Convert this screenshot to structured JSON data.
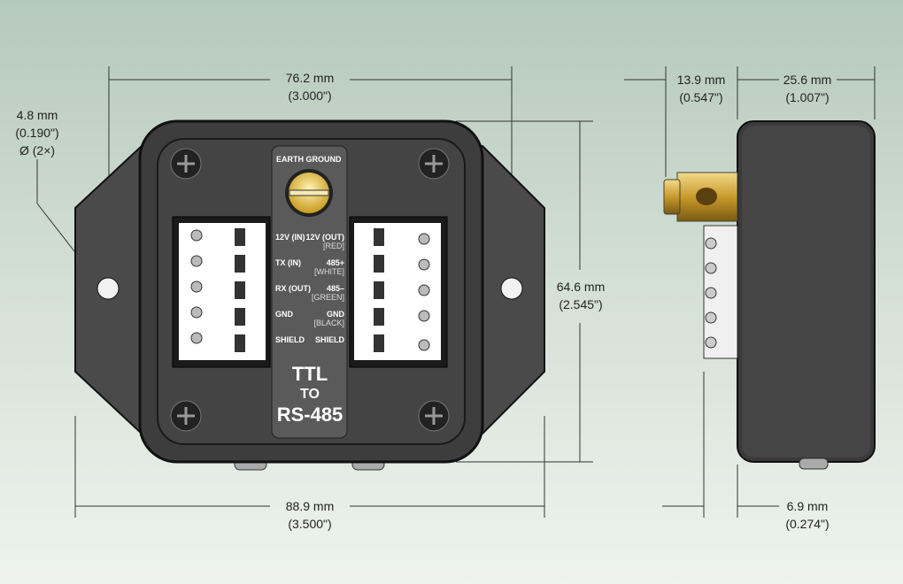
{
  "dimensions": {
    "front_width": {
      "mm": "76.2 mm",
      "in": "(3.000\")"
    },
    "flange_width": {
      "mm": "88.9 mm",
      "in": "(3.500\")"
    },
    "height": {
      "mm": "64.6 mm",
      "in": "(2.545\")"
    },
    "hole": {
      "mm": "4.8 mm",
      "in": "(0.190\")",
      "note": "Ø (2×)"
    },
    "screw_protrusion": {
      "mm": "13.9 mm",
      "in": "(0.547\")"
    },
    "depth": {
      "mm": "25.6 mm",
      "in": "(1.007\")"
    },
    "flange_offset": {
      "mm": "6.9 mm",
      "in": "(0.274\")"
    }
  },
  "panel": {
    "earth_ground": "EARTH GROUND",
    "left_labels": [
      "12V (IN)",
      "TX (IN)",
      "RX (OUT)",
      "GND",
      "SHIELD"
    ],
    "right_labels": [
      "12V (OUT)",
      "485+",
      "485–",
      "GND",
      "SHIELD"
    ],
    "right_colors": [
      "[RED]",
      "[WHITE]",
      "[GREEN]",
      "[BLACK]",
      ""
    ],
    "title_line1": "TTL",
    "title_line2": "TO",
    "title_line3": "RS-485"
  }
}
